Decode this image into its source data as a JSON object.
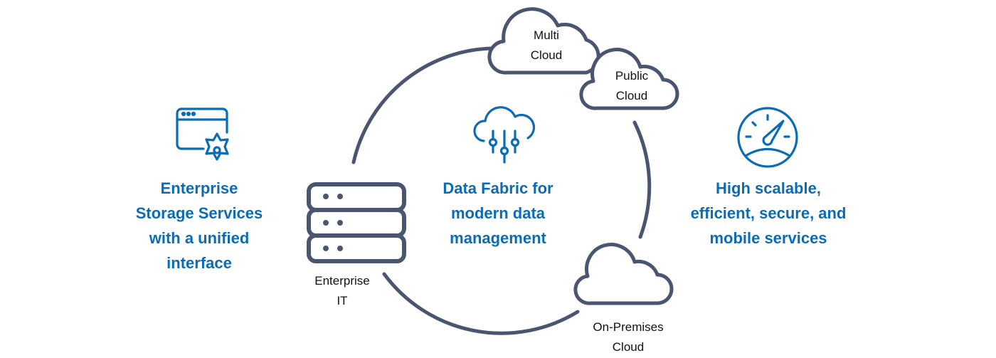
{
  "colors": {
    "accent": "#0b6cb5",
    "ring": "#4a5670"
  },
  "left": {
    "icon": "browser-settings-icon",
    "text_lines": [
      "Enterprise",
      "Storage Services",
      "with a unified",
      "interface"
    ]
  },
  "center": {
    "icon": "cloud-sliders-icon",
    "text_lines": [
      "Data Fabric for",
      "modern data",
      "management"
    ]
  },
  "right": {
    "icon": "speedometer-icon",
    "text_lines": [
      "High scalable,",
      "efficient, secure, and",
      "mobile services"
    ]
  },
  "nodes": {
    "enterprise_it": [
      "Enterprise",
      "IT"
    ],
    "multi_cloud": [
      "Multi",
      "Cloud"
    ],
    "public_cloud": [
      "Public",
      "Cloud"
    ],
    "on_premises": [
      "On-Premises",
      "Cloud"
    ]
  }
}
